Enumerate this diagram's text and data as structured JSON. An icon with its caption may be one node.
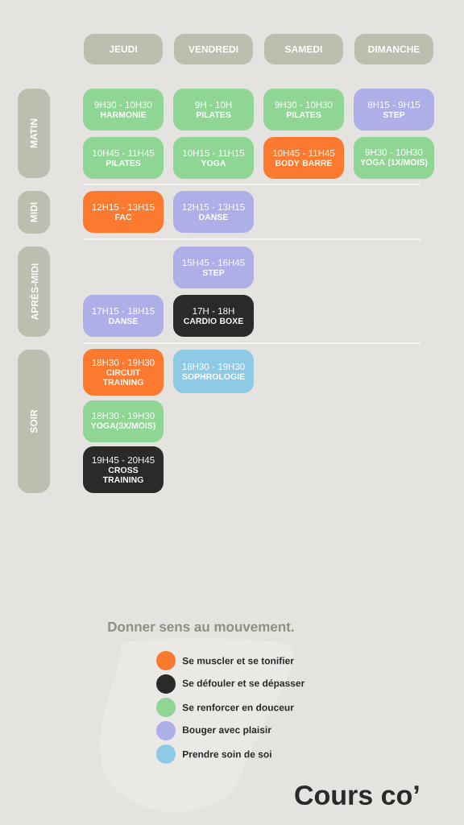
{
  "diagram": {
    "title": "Cours co’",
    "nodes": [
      {
        "text": [
          "JEUDI"
        ]
      },
      {
        "text": [
          "VENDREDI"
        ]
      },
      {
        "text": [
          "SAMEDI"
        ]
      },
      {
        "text": [
          "DIMANCHE"
        ]
      },
      {
        "text": [
          "MATIN"
        ]
      },
      {
        "text": [
          "MIDI"
        ]
      },
      {
        "text": [
          "APRÈS-MIDI"
        ]
      },
      {
        "text": [
          "SOIR"
        ]
      },
      {
        "text": [
          "9H30 - 10H30",
          "HARMONIE"
        ]
      },
      {
        "text": [
          "9H - 10H",
          "PILATES"
        ]
      },
      {
        "text": [
          "9H30 - 10H30",
          "PILATES"
        ]
      },
      {
        "text": [
          "8H15 - 9H15",
          "STEP"
        ]
      },
      {
        "text": [
          "10H45 - 11H45",
          "PILATES"
        ]
      },
      {
        "text": [
          "10H15 - 11H15",
          "YOGA"
        ]
      },
      {
        "text": [
          "10H45 - 11H45",
          "BODY BARRE"
        ]
      },
      {
        "text": [
          "9H30 - 10H30",
          "YOGA (1X/MOIS)"
        ]
      },
      {
        "text": [
          "12H15 - 13H15",
          "FAC"
        ]
      },
      {
        "text": [
          "12H15 - 13H15",
          "DANSE"
        ]
      },
      {
        "text": [
          "15H45 - 16H45",
          "STEP"
        ]
      },
      {
        "text": [
          "17H15 - 18H15",
          "DANSE"
        ]
      },
      {
        "text": [
          "17H - 18H",
          "CARDIO BOXE"
        ]
      },
      {
        "text": [
          "18H30 - 19H30",
          "CIRCUIT TRAINING"
        ]
      },
      {
        "text": [
          "18H30 - 19H30",
          "SOPHROLOGIE"
        ]
      },
      {
        "text": [
          "18H30 - 19H30",
          "YOGA(3X/MOIS)"
        ]
      },
      {
        "text": [
          "19H45 - 20H45",
          "CROSS TRAINING"
        ]
      }
    ],
    "labels": [
      "Donner sens au mouvement."
    ],
    "legend": [
      {
        "text": "Se muscler et se tonifier",
        "color": "#fb7a30"
      },
      {
        "text": "Se défouler et se dépasser",
        "color": "#2b2a29"
      },
      {
        "text": "Se renforcer en douceur",
        "color": "#8fd694"
      },
      {
        "text": "Bouger avec plaisir",
        "color": "#aeaee8"
      },
      {
        "text": "Prendre soin de soi",
        "color": "#8ec9e6"
      }
    ]
  }
}
